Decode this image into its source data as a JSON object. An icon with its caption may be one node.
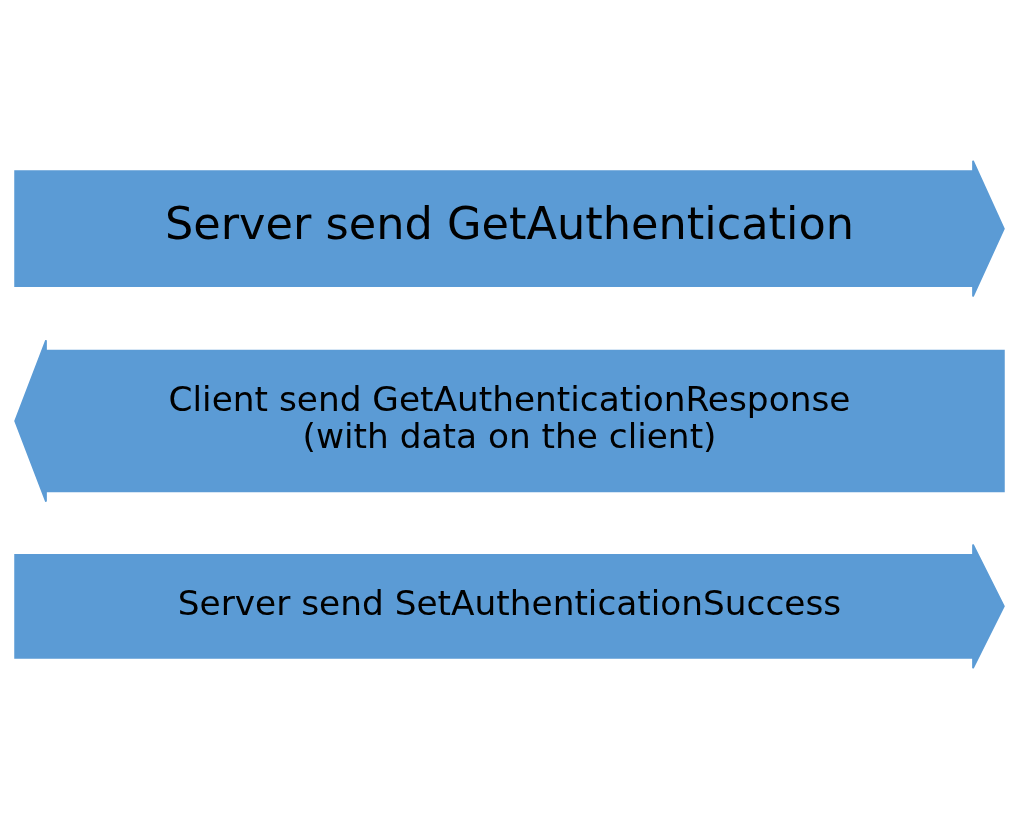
{
  "diagram": {
    "nodes": [
      {
        "text": [
          "Server send GetAuthentication"
        ]
      },
      {
        "text": [
          "Client send GetAuthenticationResponse",
          "(with data on the client)"
        ]
      },
      {
        "text": [
          "Server send SetAuthenticationSuccess"
        ]
      }
    ]
  }
}
